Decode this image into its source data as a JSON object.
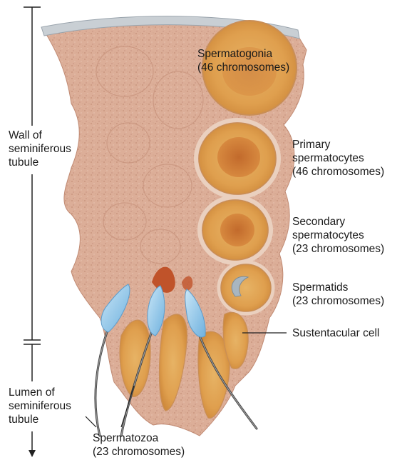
{
  "labels": {
    "wall": {
      "line1": "Wall of",
      "line2": "seminiferous",
      "line3": "tubule"
    },
    "lumen": {
      "line1": "Lumen of",
      "line2": "seminiferous",
      "line3": "tubule"
    },
    "spermatogonia": {
      "line1": "Spermatogonia",
      "line2": "(46 chromosomes)"
    },
    "primary": {
      "line1": "Primary",
      "line2": "spermatocytes",
      "line3": "(46 chromosomes)"
    },
    "secondary": {
      "line1": "Secondary",
      "line2": "spermatocytes",
      "line3": "(23 chromosomes)"
    },
    "spermatids": {
      "line1": "Spermatids",
      "line2": "(23 chromosomes)"
    },
    "sustentacular": {
      "line1": "Sustentacular cell"
    },
    "spermatozoa": {
      "line1": "Spermatozoa",
      "line2": "(23 chromosomes)"
    }
  },
  "colors": {
    "tissue": "#dcae98",
    "cell": "#e3a653",
    "nucleus": "#c8742f",
    "sperm_head": "#8fc4e6",
    "basement": "#c9cfd4"
  }
}
